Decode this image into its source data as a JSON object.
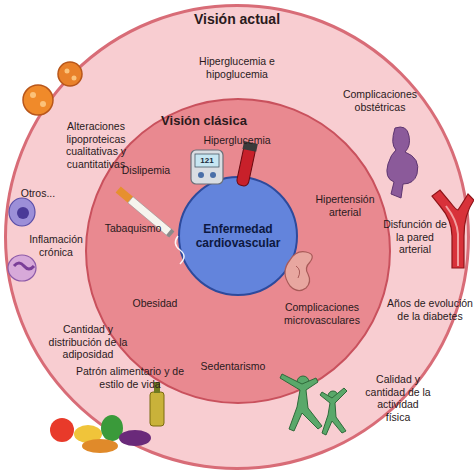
{
  "diagram": {
    "nodes": [
      {
        "text": [
          "Visión actual",
          "Hiperglucemia e hipoglucemia",
          "Complicaciones obstétricas",
          "Alteraciones lipoproteicas cualitativas y cuantitativas",
          "Otros...",
          "Disfunción de la pared arterial",
          "Inflamación crónica",
          "Años de evolución de la diabetes",
          "Cantidad y distribución de la adiposidad",
          "Calidad y cantidad de la actividad física",
          "Patrón alimentario y de estilo de vida"
        ]
      },
      {
        "text": [
          "Visión clásica",
          "Hiperglucemia",
          "Dislipemia",
          "Hipertensión arterial",
          "Tabaquismo",
          "Obesidad",
          "Complicaciones microvasculares",
          "Sedentarismo"
        ],
        "in": 0
      },
      {
        "text": [
          "Enfermedad cardiovascular"
        ],
        "in": 1
      }
    ],
    "labels": [
      "121"
    ]
  }
}
